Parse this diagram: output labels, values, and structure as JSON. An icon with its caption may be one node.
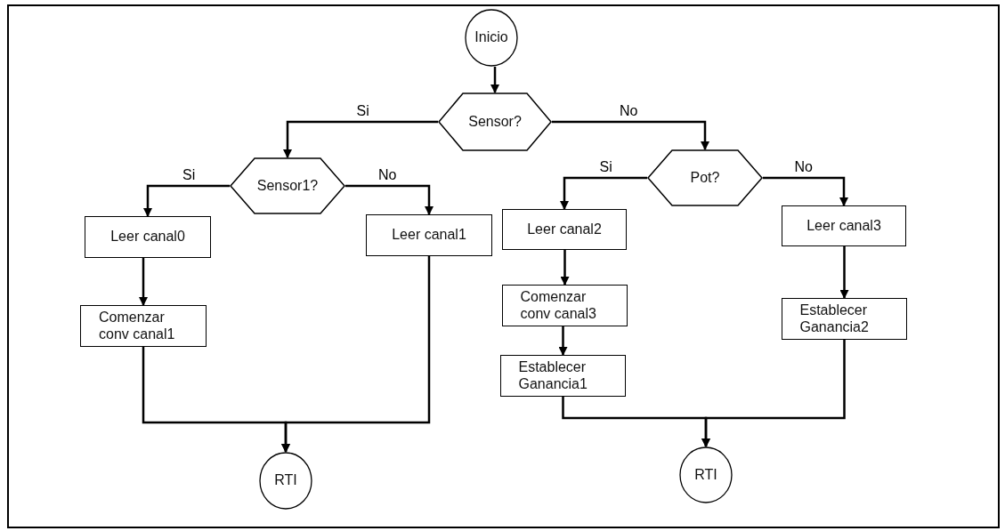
{
  "diagram": {
    "nodes": [
      {
        "text": [
          "Inicio"
        ]
      },
      {
        "text": [
          "Sensor?"
        ]
      },
      {
        "text": [
          "Sensor1?"
        ]
      },
      {
        "text": [
          "Pot?"
        ]
      },
      {
        "text": [
          "Leer canal0"
        ]
      },
      {
        "text": [
          "Leer canal1"
        ]
      },
      {
        "text": [
          "Leer canal2"
        ]
      },
      {
        "text": [
          "Leer canal3"
        ]
      },
      {
        "text": [
          "Comenzar conv canal1"
        ]
      },
      {
        "text": [
          "Comenzar conv canal3"
        ]
      },
      {
        "text": [
          "Establecer Ganancia2"
        ]
      },
      {
        "text": [
          "Establecer Ganancia1"
        ]
      },
      {
        "text": [
          "RTI"
        ]
      },
      {
        "text": [
          "RTI"
        ]
      }
    ],
    "edges": [
      {
        "from": 0,
        "to": 1,
        "arrow": "to"
      },
      {
        "from": 1,
        "to": 2,
        "arrow": "to",
        "label": "Si"
      },
      {
        "from": 1,
        "to": 3,
        "arrow": "to",
        "label": "No"
      },
      {
        "from": 2,
        "to": 4,
        "arrow": "to",
        "label": "Si"
      },
      {
        "from": 2,
        "to": 5,
        "arrow": "to",
        "label": "No"
      },
      {
        "from": 3,
        "to": 6,
        "arrow": "to",
        "label": "Si"
      },
      {
        "from": 3,
        "to": 7,
        "arrow": "to",
        "label": "No"
      },
      {
        "from": 4,
        "to": 8,
        "arrow": "to"
      },
      {
        "from": 6,
        "to": 9,
        "arrow": "to"
      },
      {
        "from": 7,
        "to": 10,
        "arrow": "to"
      },
      {
        "from": 9,
        "to": 11,
        "arrow": "to"
      },
      {
        "from": 8,
        "to": 12,
        "arrow": "to"
      },
      {
        "from": 5,
        "to": 12,
        "arrow": "to"
      },
      {
        "from": 11,
        "to": 13,
        "arrow": "to"
      },
      {
        "from": 10,
        "to": 13,
        "arrow": "to"
      }
    ]
  }
}
